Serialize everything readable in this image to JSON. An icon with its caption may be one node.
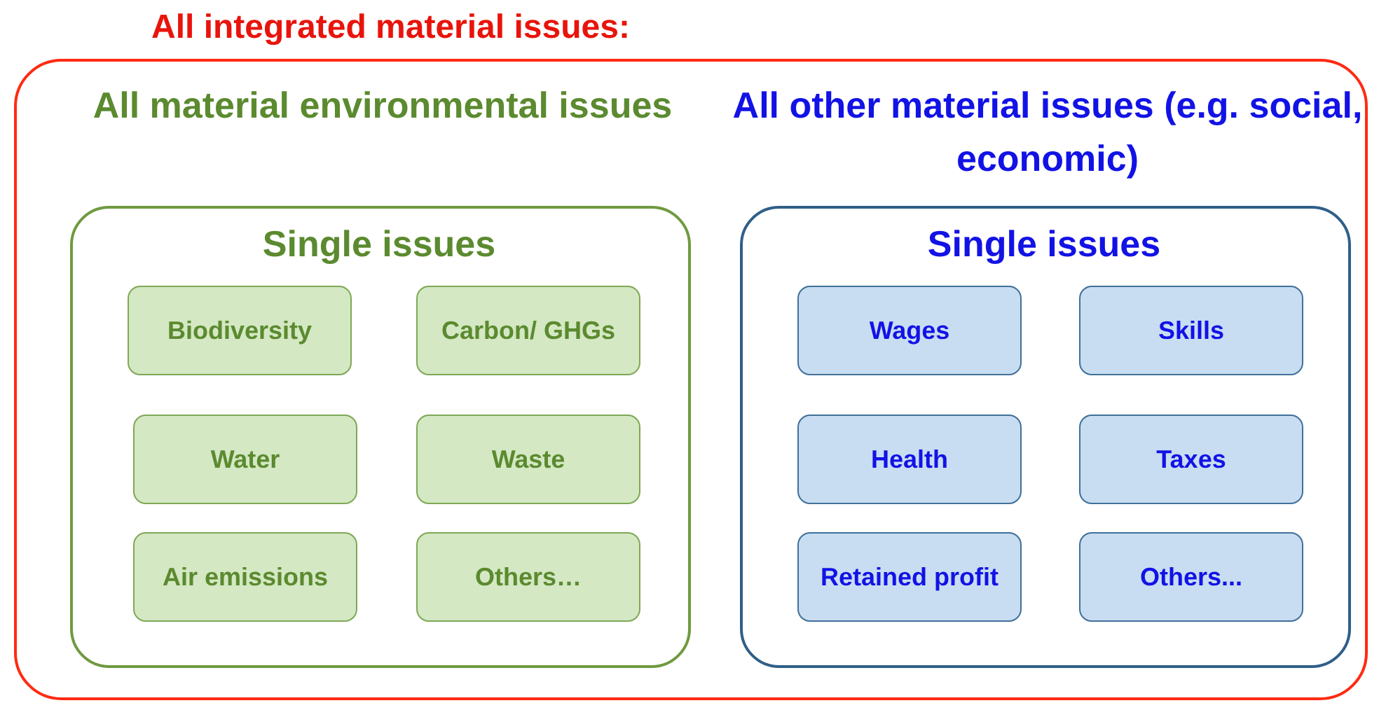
{
  "diagram": {
    "nodes": [
      {
        "text": [
          "All integrated material issues:"
        ]
      },
      {
        "text": [
          "All material environmental issues",
          "Single issues"
        ],
        "in": 0
      },
      {
        "text": [
          "Biodiversity"
        ],
        "in": 1
      },
      {
        "text": [
          "Carbon/ GHGs"
        ],
        "in": 1
      },
      {
        "text": [
          "Water"
        ],
        "in": 1
      },
      {
        "text": [
          "Waste"
        ],
        "in": 1
      },
      {
        "text": [
          "Air emissions"
        ],
        "in": 1
      },
      {
        "text": [
          "Others…"
        ],
        "in": 1
      },
      {
        "text": [
          "All other material issues (e.g. social, economic)",
          "Single issues"
        ],
        "in": 0
      },
      {
        "text": [
          "Wages"
        ],
        "in": 8
      },
      {
        "text": [
          "Skills"
        ],
        "in": 8
      },
      {
        "text": [
          "Health"
        ],
        "in": 8
      },
      {
        "text": [
          "Taxes"
        ],
        "in": 8
      },
      {
        "text": [
          "Retained profit"
        ],
        "in": 8
      },
      {
        "text": [
          "Others..."
        ],
        "in": 8
      }
    ]
  }
}
